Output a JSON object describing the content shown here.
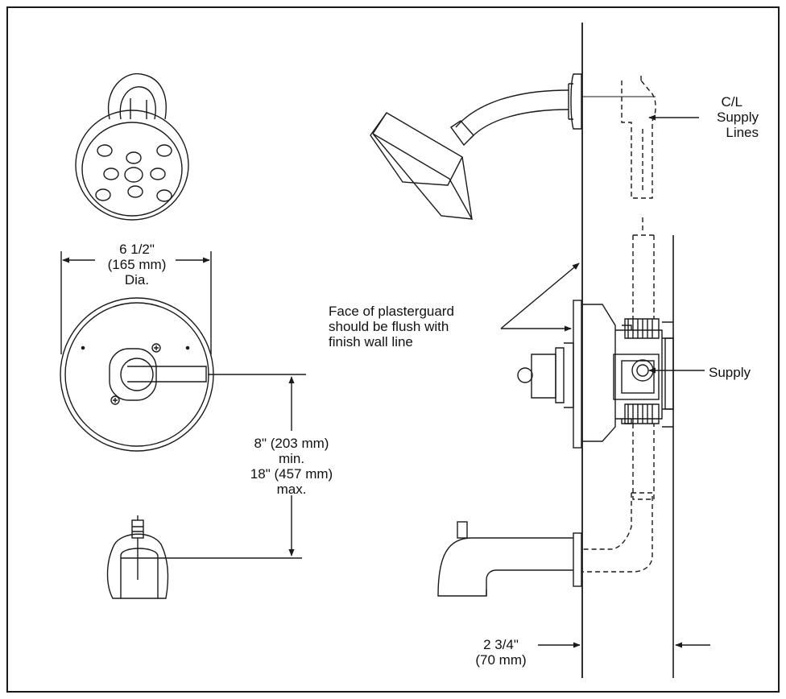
{
  "labels": {
    "diameter": [
      "6 1/2\"",
      "(165 mm)",
      "Dia."
    ],
    "height": [
      "8\" (203 mm)",
      "min.",
      "18\" (457 mm)",
      "max."
    ],
    "plasterguard": [
      "Face of plasterguard",
      "should be flush with",
      "finish wall line"
    ],
    "supply_lines": [
      "C/L",
      "Supply",
      "Lines"
    ],
    "supply": "Supply",
    "depth": [
      "2 3/4\"",
      "(70 mm)"
    ]
  },
  "colors": {
    "line": "#1a1a1a",
    "background": "#ffffff"
  }
}
